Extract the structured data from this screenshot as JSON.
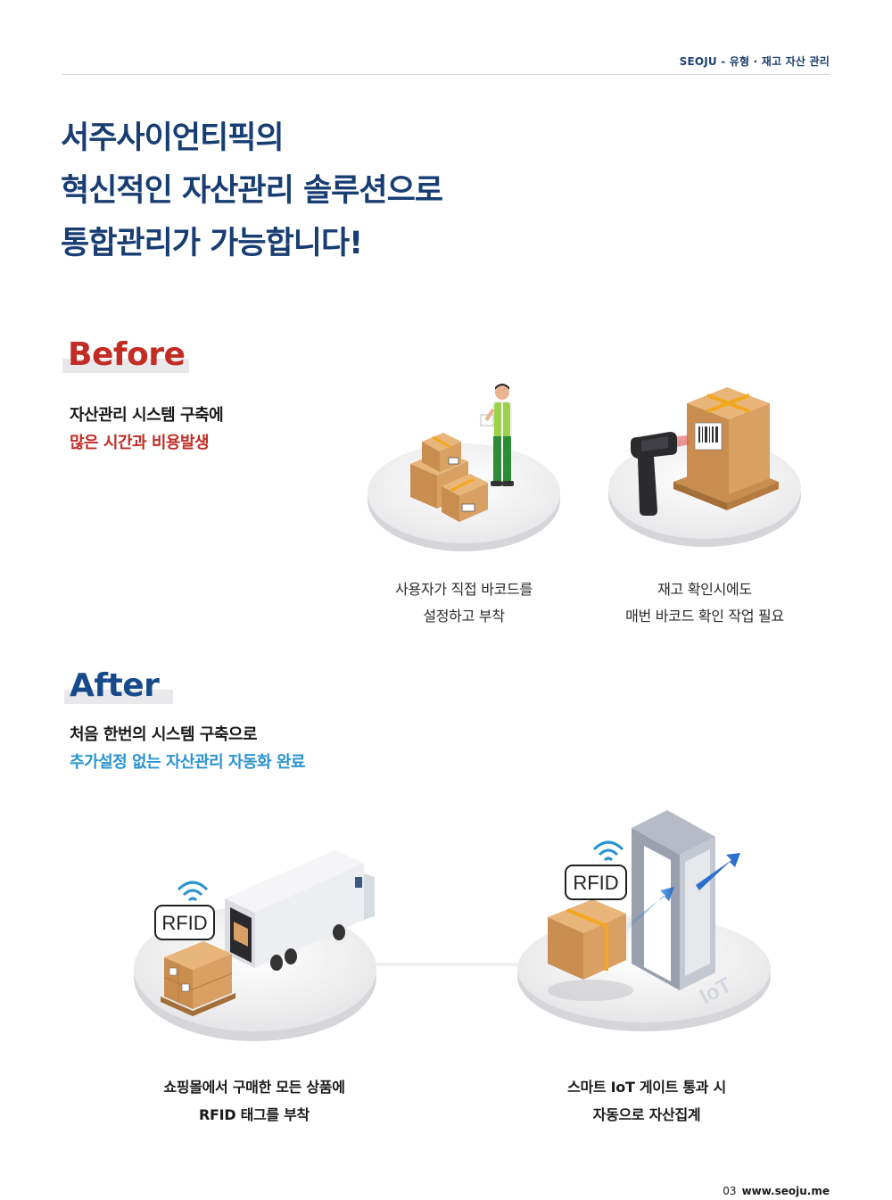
{
  "header": {
    "text": "SEOJU - 유형 · 재고 자산 관리"
  },
  "headline": {
    "line1": "서주사이언티픽의",
    "line2": "혁신적인 자산관리 솔루션으로",
    "line3": "통합관리가 가능합니다!"
  },
  "before": {
    "label": "Before",
    "desc_line1": "자산관리 시스템 구축에",
    "desc_line2": "많은 시간과 비용발생",
    "items": [
      {
        "line1": "사용자가 직접 바코드를",
        "line2": "설정하고 부착"
      },
      {
        "line1": "재고 확인시에도",
        "line2": "매번 바코드 확인 작업 필요"
      }
    ]
  },
  "after": {
    "label": "After",
    "desc_line1": "처음 한번의 시스템 구축으로",
    "desc_line2": "추가설정 없는 자산관리 자동화 완료",
    "items": [
      {
        "line1": "쇼핑몰에서 구매한 모든 상품에",
        "line2": "RFID 태그를 부착"
      },
      {
        "line1": "스마트 IoT 게이트 통과 시",
        "line2": "자동으로 자산집계"
      }
    ],
    "rfid_tag": "RFID",
    "iot_label": "IoT"
  },
  "footer": {
    "page_number": "03",
    "website": "www.seoju.me"
  },
  "colors": {
    "navy": "#173d73",
    "red": "#c22c25",
    "sky": "#2b93cf",
    "box": "#d9a063",
    "tape": "#f2a81d"
  }
}
